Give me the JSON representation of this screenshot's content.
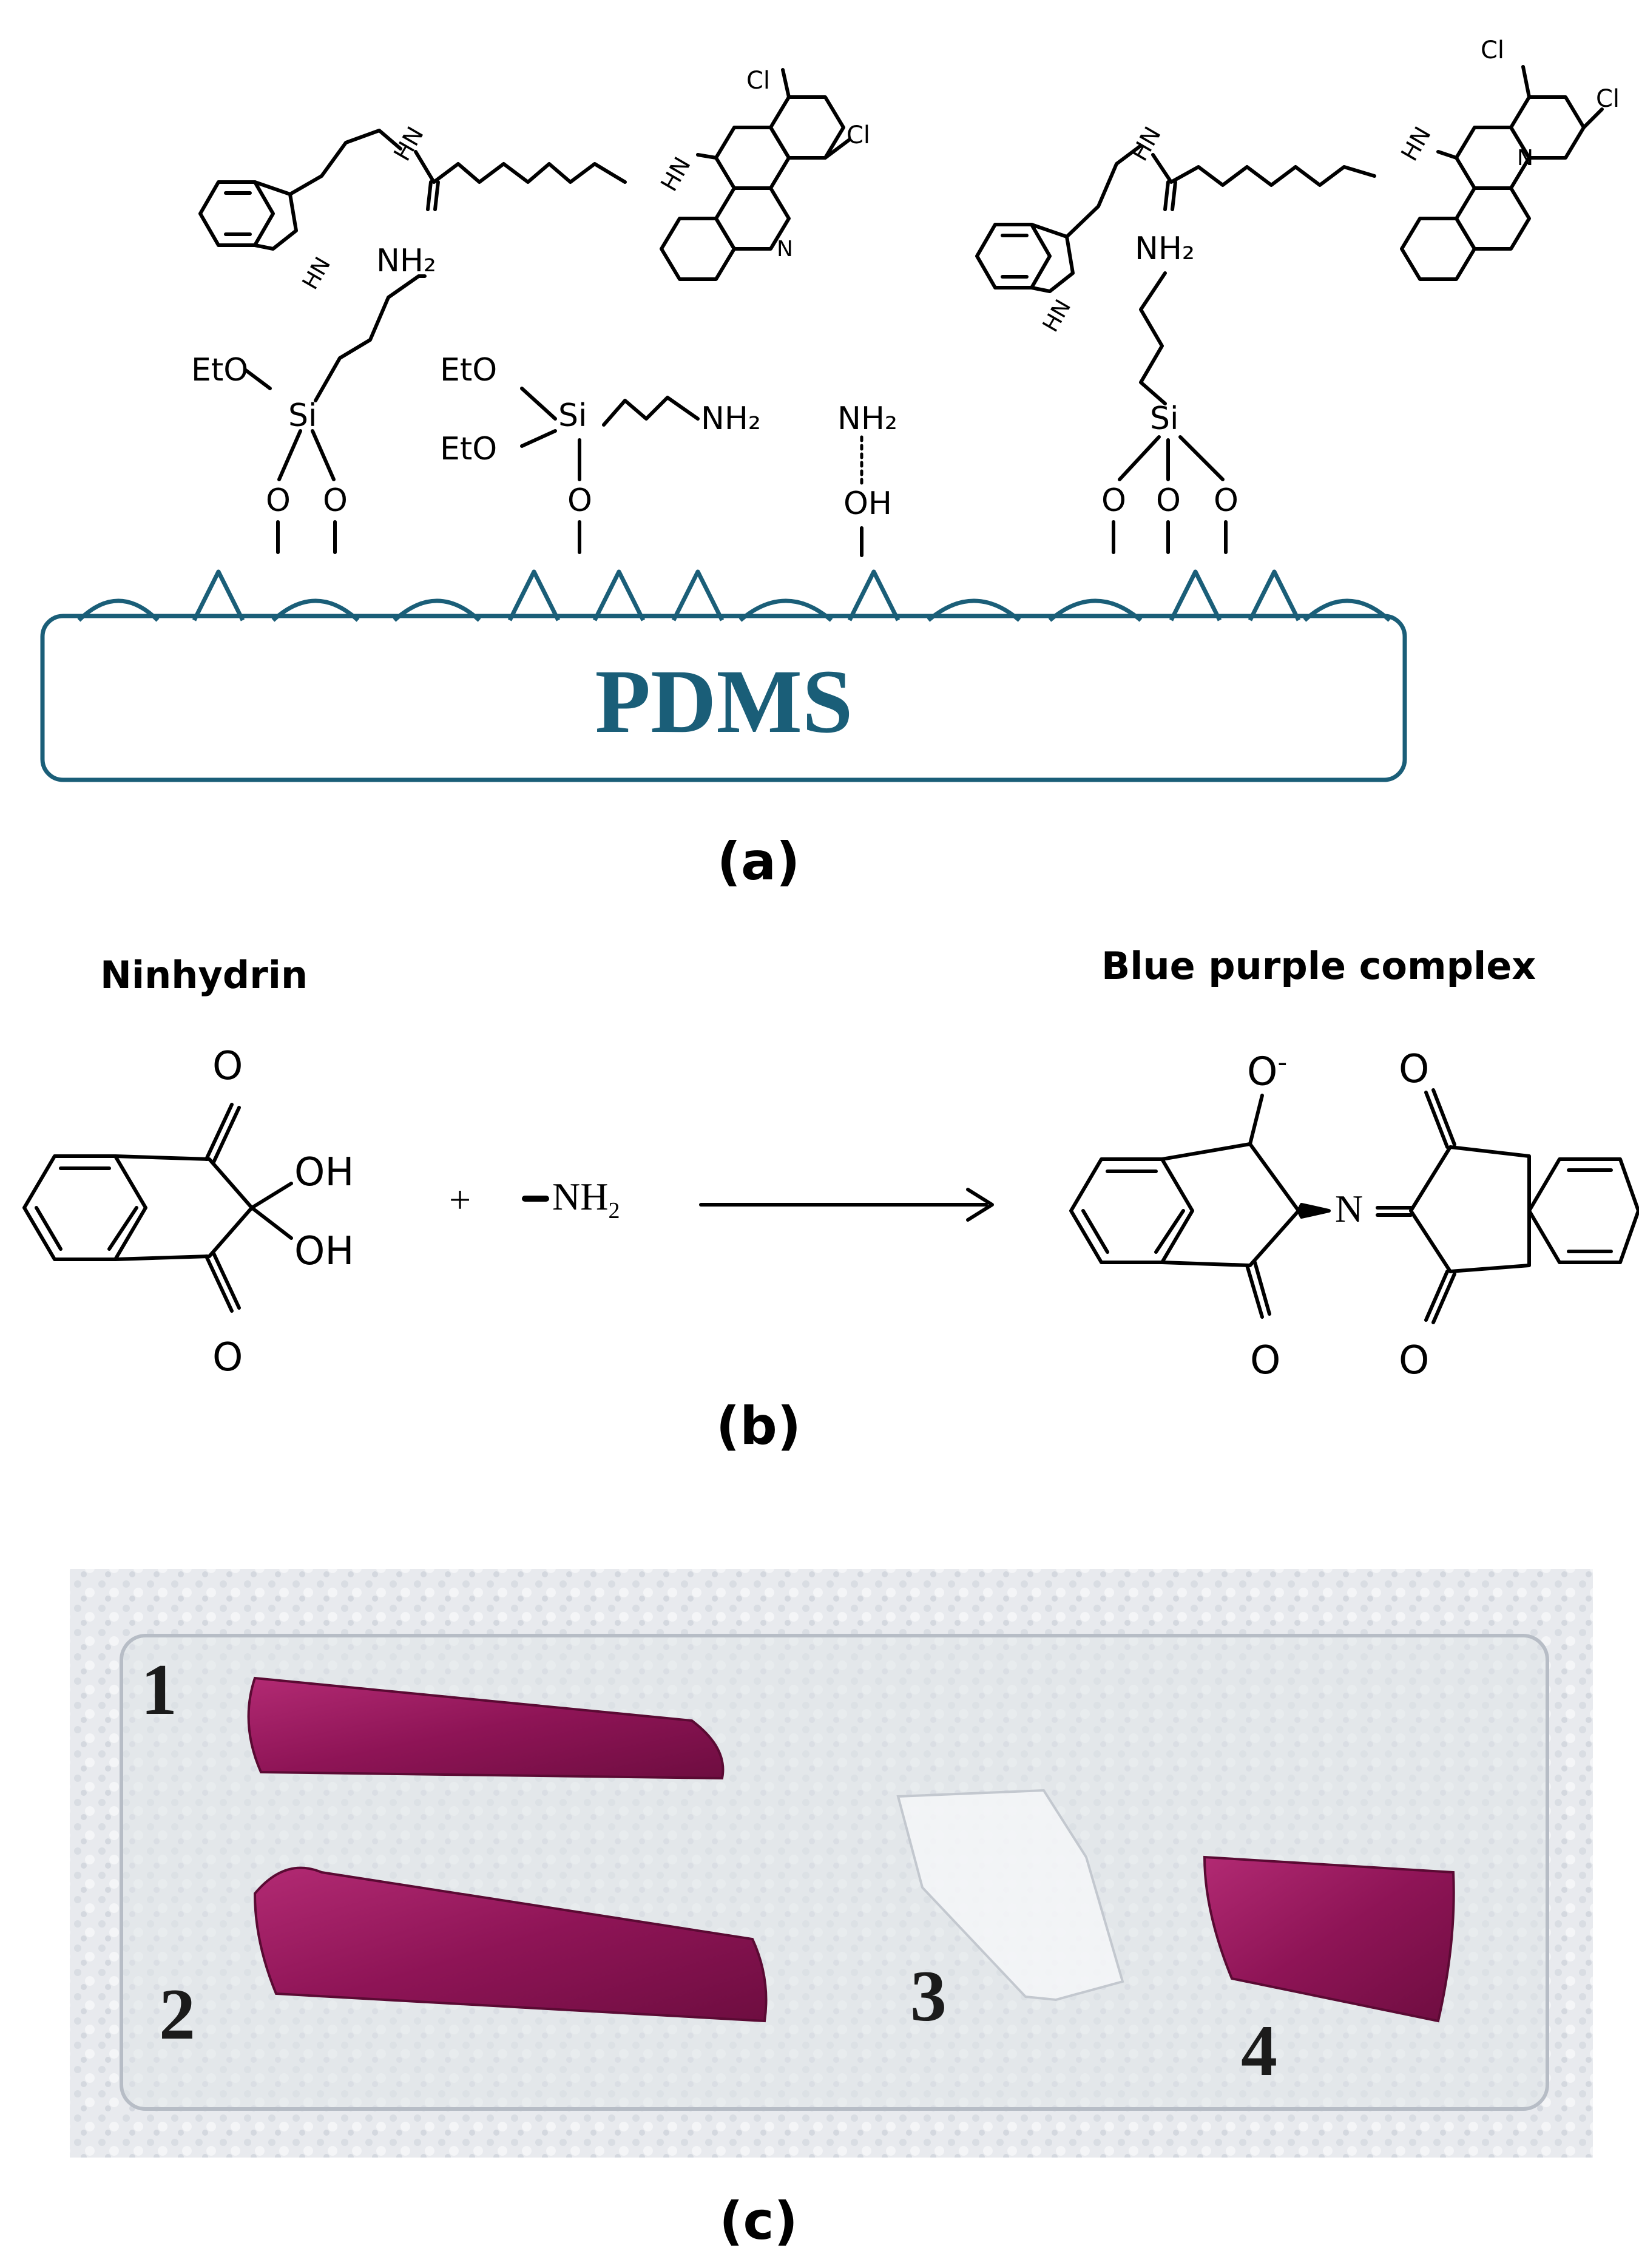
{
  "panel_a": {
    "label": "(a)",
    "substrate_label": "PDMS",
    "groups": {
      "eto_1": "EtO",
      "si_1": "Si",
      "nh2_1": "NH₂",
      "eto_2a": "EtO",
      "eto_2b": "EtO",
      "si_2": "Si",
      "nh2_2": "NH₂",
      "nh2_3": "NH₂",
      "oh_3": "OH",
      "nh2_4": "NH₂",
      "si_4": "Si",
      "o": "O",
      "hn": "HN",
      "n": "N",
      "cl": "Cl"
    },
    "colors": {
      "substrate": "#1a5e78"
    }
  },
  "panel_b": {
    "label": "(b)",
    "reactant_title": "Ninhydrin",
    "product_title": "Blue purple complex",
    "plus": "+",
    "amine": "NH",
    "amine_sub": "2",
    "oh": "OH",
    "o": "O",
    "o_minus": "O",
    "charge": "-",
    "n": "N"
  },
  "panel_c": {
    "label": "(c)",
    "sample_numbers": [
      "1",
      "2",
      "3",
      "4"
    ],
    "colors": {
      "magenta": "#8e1456",
      "background": "#e9ebee"
    }
  }
}
